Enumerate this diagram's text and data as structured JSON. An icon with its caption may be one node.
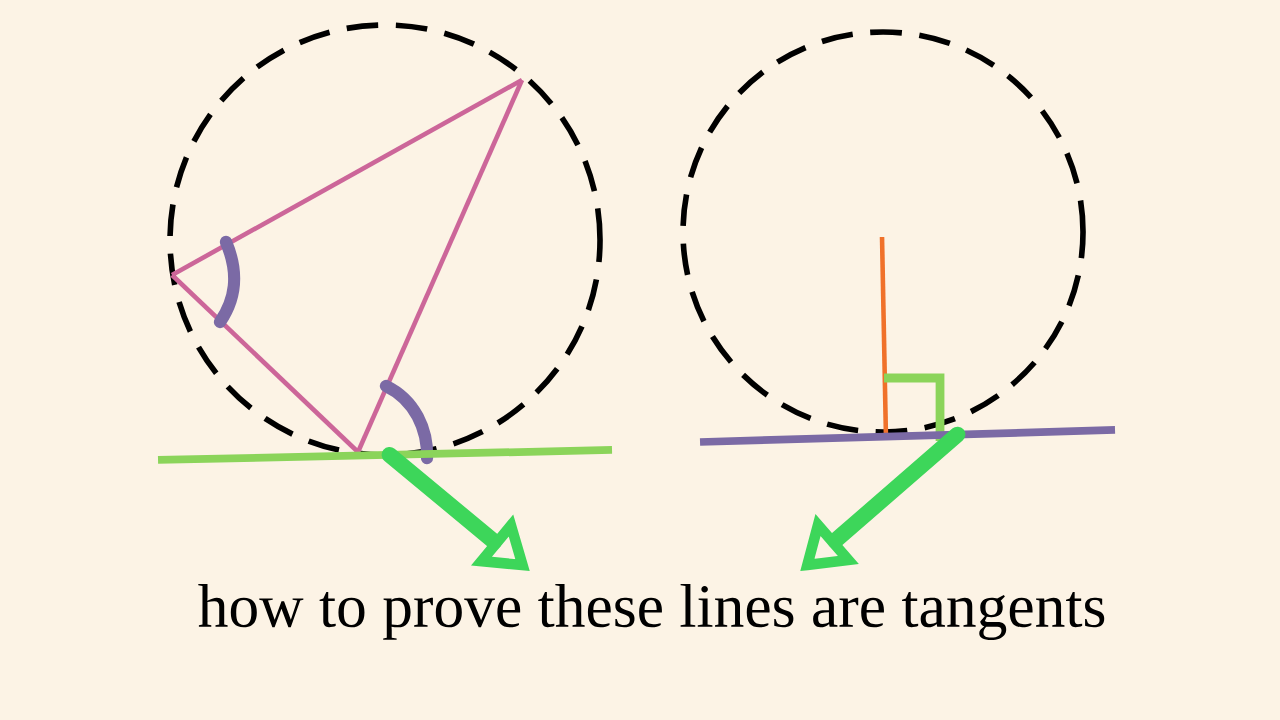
{
  "diagram": {
    "nodes": [
      {
        "text": [],
        "shape": "line"
      },
      {
        "text": [],
        "shape": "line"
      },
      {
        "text": [
          "how to prove these lines are tangents"
        ]
      }
    ],
    "edges": [
      {
        "from": 0,
        "to": 2,
        "arrow": "to"
      },
      {
        "from": 1,
        "to": 2,
        "arrow": "to"
      }
    ]
  }
}
